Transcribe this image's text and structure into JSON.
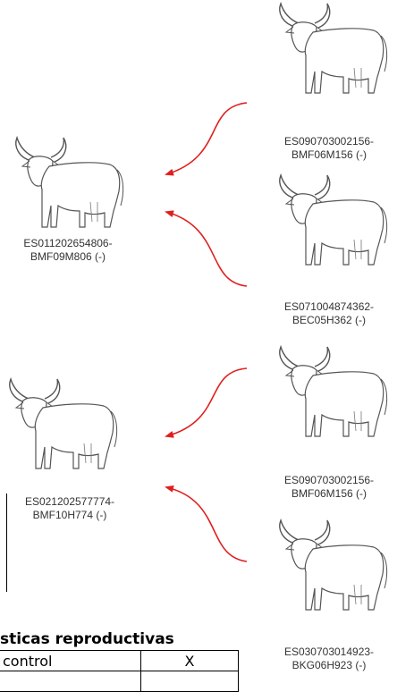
{
  "animals": [
    {
      "id": "parent-1",
      "line1": "ES011202654806-",
      "line2": "BMF09M806 (-)"
    },
    {
      "id": "parent-2",
      "line1": "ES021202577774-",
      "line2": "BMF10H774 (-)"
    },
    {
      "id": "grandparent-1",
      "line1": "ES090703002156-",
      "line2": "BMF06M156 (-)"
    },
    {
      "id": "grandparent-2",
      "line1": "ES071004874362-",
      "line2": "BEC05H362 (-)"
    },
    {
      "id": "grandparent-3",
      "line1": "ES090703002156-",
      "line2": "BMF06M156 (-)"
    },
    {
      "id": "grandparent-4",
      "line1": "ES030703014923-",
      "line2": "BKG06H923 (-)"
    }
  ],
  "arrow_color": "#e02020",
  "section": {
    "title": "sticas reproductivas",
    "rows": [
      {
        "label": "control",
        "value": "X"
      },
      {
        "label": "",
        "value": ""
      }
    ]
  }
}
